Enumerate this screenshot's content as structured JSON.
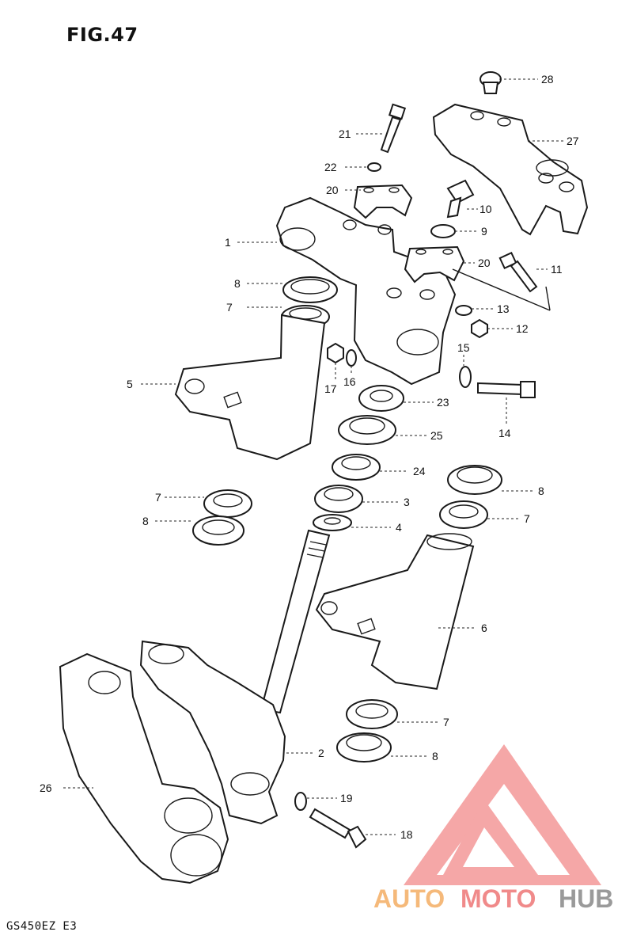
{
  "figure_title": "FIG.47",
  "model_code": "GS450EZ E3",
  "watermark": {
    "part1": "AUTO",
    "part2": "MOTO",
    "part3": "HUB",
    "colors": {
      "auto": "#f5b97a",
      "moto": "#f08a8a",
      "hub": "#9a9a9a",
      "logo": "#f28a8a"
    }
  },
  "callouts": {
    "c1": "1",
    "c2": "2",
    "c3": "3",
    "c4": "4",
    "c5": "5",
    "c6": "6",
    "c7a": "7",
    "c7b": "7",
    "c7c": "7",
    "c7d": "7",
    "c8a": "8",
    "c8b": "8",
    "c8c": "8",
    "c8d": "8",
    "c9": "9",
    "c10": "10",
    "c11": "11",
    "c12": "12",
    "c13": "13",
    "c14": "14",
    "c15": "15",
    "c16": "16",
    "c17": "17",
    "c18": "18",
    "c19": "19",
    "c20a": "20",
    "c20b": "20",
    "c21": "21",
    "c22": "22",
    "c23": "23",
    "c24": "24",
    "c25": "25",
    "c26": "26",
    "c27": "27",
    "c28": "28"
  }
}
